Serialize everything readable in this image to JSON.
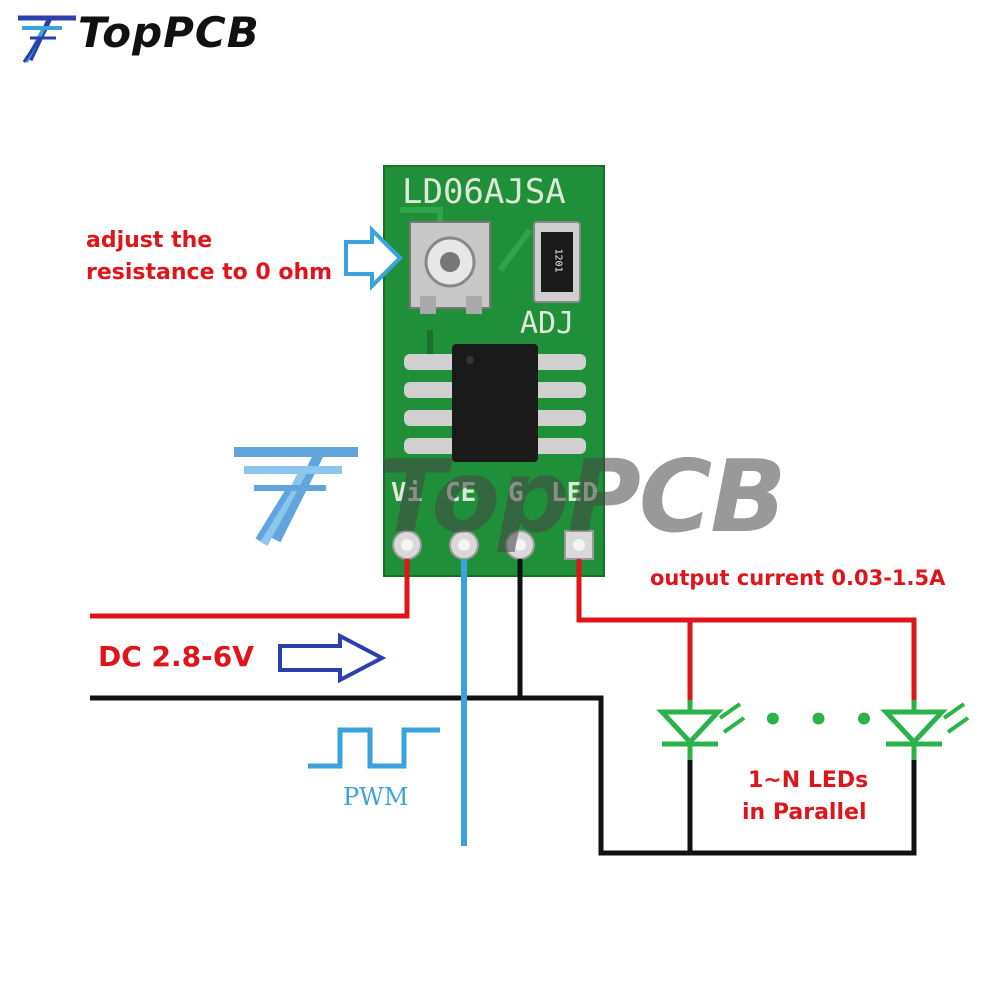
{
  "logo": {
    "text": "TopPCB"
  },
  "watermark": {
    "text": "TopPCB"
  },
  "board": {
    "title": "LD06AJSA",
    "adj_label": "ADJ",
    "resistor_code": "1201",
    "pins": [
      "Vi",
      "CE",
      "G",
      "LED"
    ],
    "color": "#1f8f3a"
  },
  "labels": {
    "adjust_line1": "adjust the",
    "adjust_line2": "resistance to 0 ohm",
    "input_voltage": "DC 2.8-6V",
    "output_current": "output current 0.03-1.5A",
    "pwm": "PWM",
    "leds_line1": "1~N LEDs",
    "leds_line2": "in Parallel",
    "ellipsis": "• • •"
  },
  "colors": {
    "positive_wire": "#e0141b",
    "ground_wire": "#111111",
    "pwm_wire": "#3aa3dc",
    "led": "#2bb34a",
    "arrow_outline": "#3aa3dc",
    "arrow_fill": "#2a3fb0"
  }
}
